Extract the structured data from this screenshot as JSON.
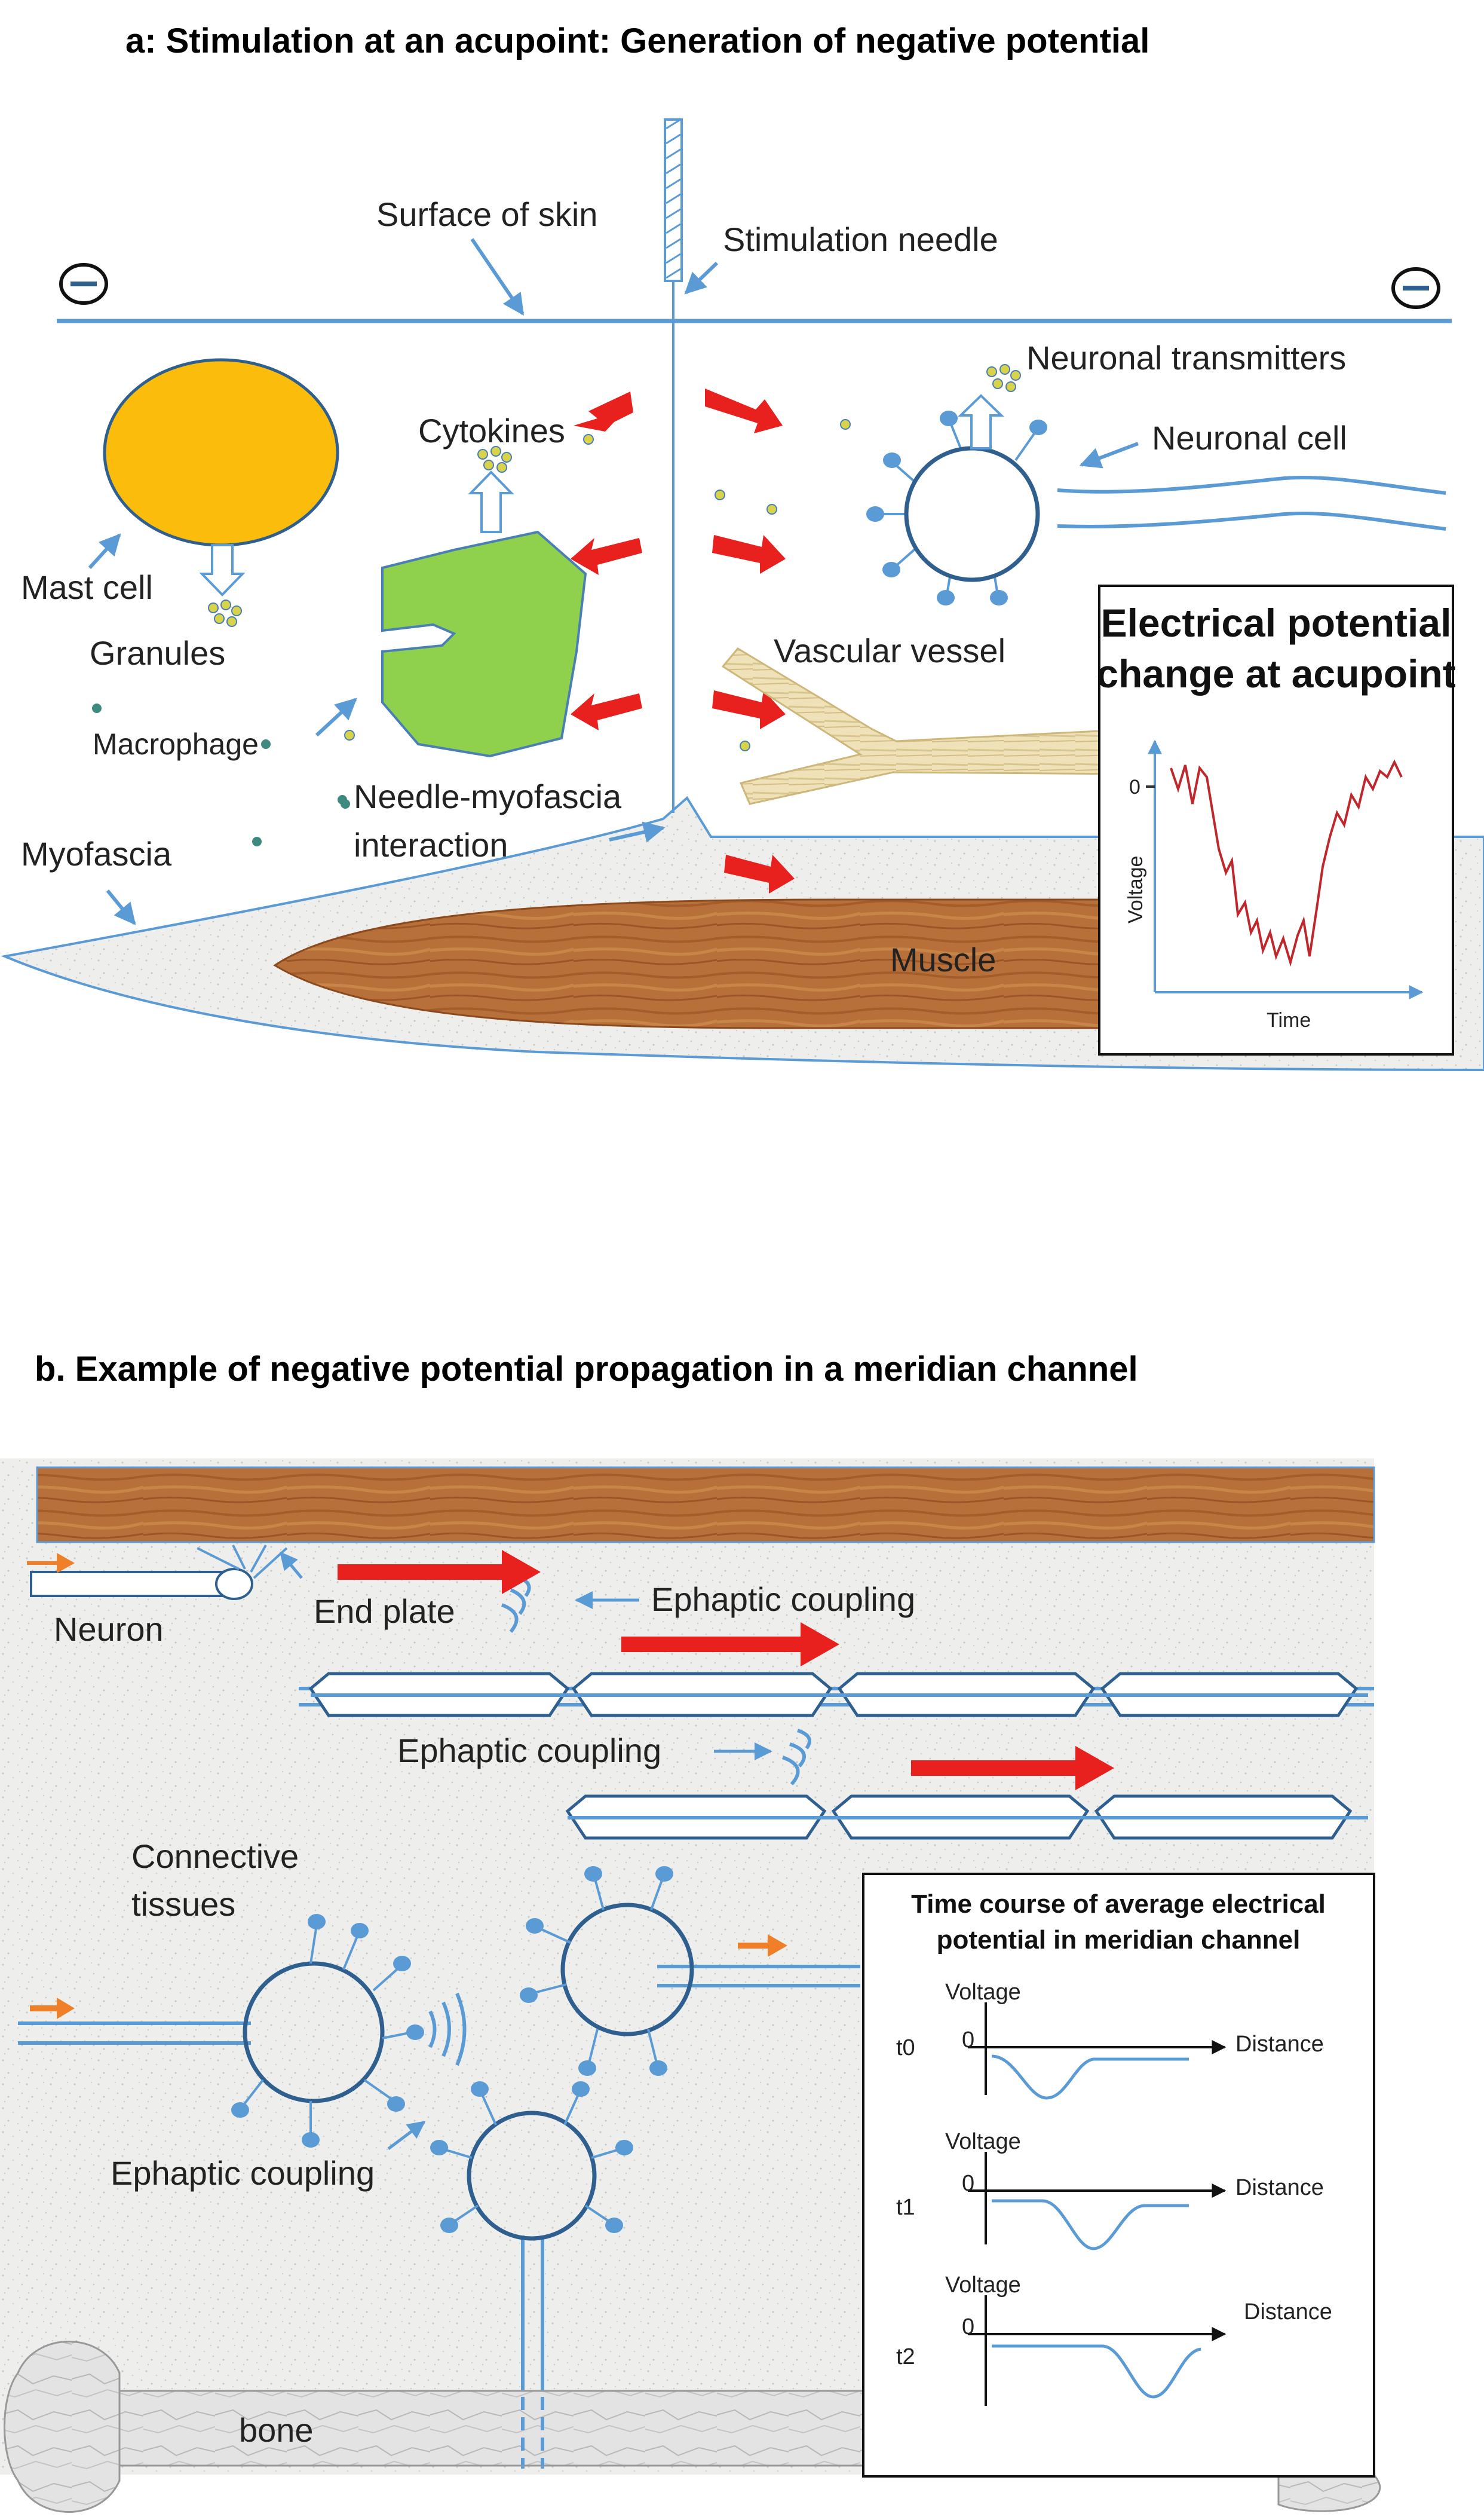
{
  "panel_a": {
    "title": "a: Stimulation at an acupoint: Generation of negative potential",
    "labels": {
      "surface_of_skin": "Surface of skin",
      "stimulation_needle": "Stimulation needle",
      "neuronal_transmitters": "Neuronal transmitters",
      "neuronal_cell": "Neuronal cell",
      "cytokines": "Cytokines",
      "mast_cell": "Mast cell",
      "granules": "Granules",
      "macrophage": "Macrophage",
      "vascular_vessel": "Vascular vessel",
      "needle_myofascia": "Needle-myofascia",
      "interaction": "interaction",
      "myofascia": "Myofascia",
      "muscle": "Muscle",
      "minus": "−"
    },
    "inset": {
      "title_line1": "Electrical potential",
      "title_line2": "change at acupoint",
      "y_label": "Voltage",
      "x_label": "Time",
      "zero": "0"
    }
  },
  "panel_b": {
    "title": "b. Example of negative potential propagation in a meridian channel",
    "labels": {
      "neuron": "Neuron",
      "end_plate": "End plate",
      "ephaptic_coupling": "Ephaptic coupling",
      "connective_line1": "Connective",
      "connective_line2": "tissues",
      "bone": "bone"
    },
    "inset": {
      "title_line1": "Time course of average electrical",
      "title_line2": "potential in meridian channel",
      "voltage": "Voltage",
      "distance": "Distance",
      "zero": "0",
      "times": [
        "t0",
        "t1",
        "t2"
      ]
    }
  },
  "colors": {
    "blue_line": "#5b9bd5",
    "blue_dark": "#2e5f8f",
    "red_arrow": "#e8211e",
    "orange_arrow": "#f07f2a",
    "mast_cell": "#fbbc0c",
    "macrophage": "#8fd04c",
    "muscle": "#b86a34",
    "voltage_trace": "#c0272d"
  }
}
